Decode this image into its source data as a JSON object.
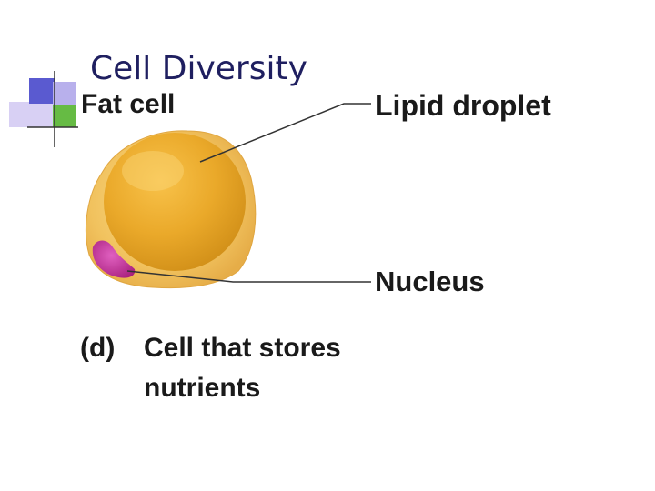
{
  "slide": {
    "title": "Cell Diversity"
  },
  "figure": {
    "title": "Fat cell",
    "labels": {
      "lipid_droplet": "Lipid droplet",
      "nucleus": "Nucleus"
    },
    "caption": {
      "part": "(d)",
      "line1": "Cell that stores",
      "line2": "nutrients"
    }
  },
  "colors": {
    "title_text": "#1f1f60",
    "cell_outer": "#f2c463",
    "cell_droplet": "#e8a82a",
    "nucleus": "#c0309a",
    "deco_blue": "#5a5ad0",
    "deco_green": "#66bb44",
    "deco_lavender": "#c8c0f0"
  }
}
